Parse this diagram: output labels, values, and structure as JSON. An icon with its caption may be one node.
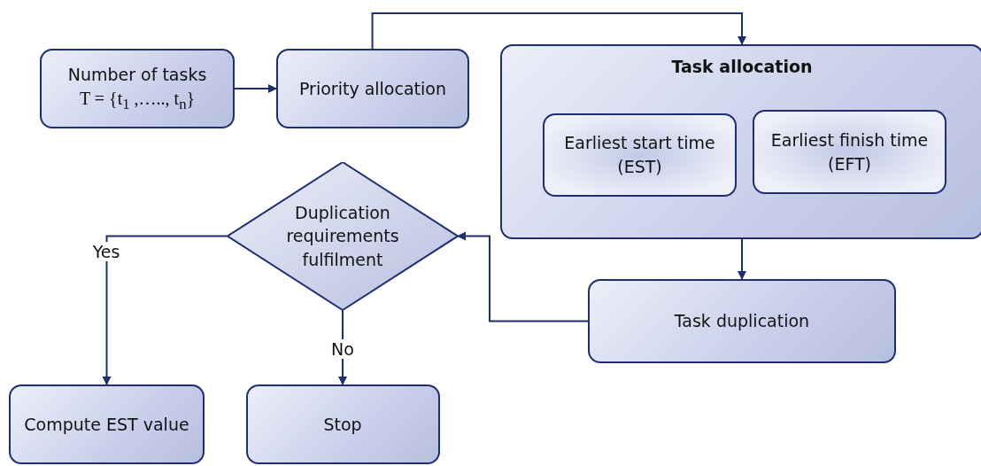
{
  "diagram": {
    "nodes": [
      {
        "text": [
          "Number of tasks",
          "T = {t$_{1}$ ,….., t$_{n}$}"
        ]
      },
      {
        "text": [
          "Priority allocation"
        ]
      },
      {
        "text": [
          "Task allocation"
        ]
      },
      {
        "text": [
          "Earliest start time (EST)"
        ],
        "in": 2
      },
      {
        "text": [
          "Earliest finish time (EFT)"
        ],
        "in": 2
      },
      {
        "text": [
          "Duplication requirements fulfilment"
        ]
      },
      {
        "text": [
          "Task duplication"
        ]
      },
      {
        "text": [
          "Compute EST value"
        ]
      },
      {
        "text": [
          "Stop"
        ]
      }
    ],
    "edges": [
      {
        "from": 0,
        "to": 1,
        "arrow": "to"
      },
      {
        "from": 1,
        "to": 2,
        "arrow": "to"
      },
      {
        "from": 2,
        "to": 6,
        "arrow": "to"
      },
      {
        "from": 6,
        "to": 5,
        "arrow": "to"
      },
      {
        "from": 5,
        "to": 7,
        "arrow": "to",
        "label": "Yes"
      },
      {
        "from": 5,
        "to": 8,
        "arrow": "to",
        "label": "No"
      }
    ]
  }
}
